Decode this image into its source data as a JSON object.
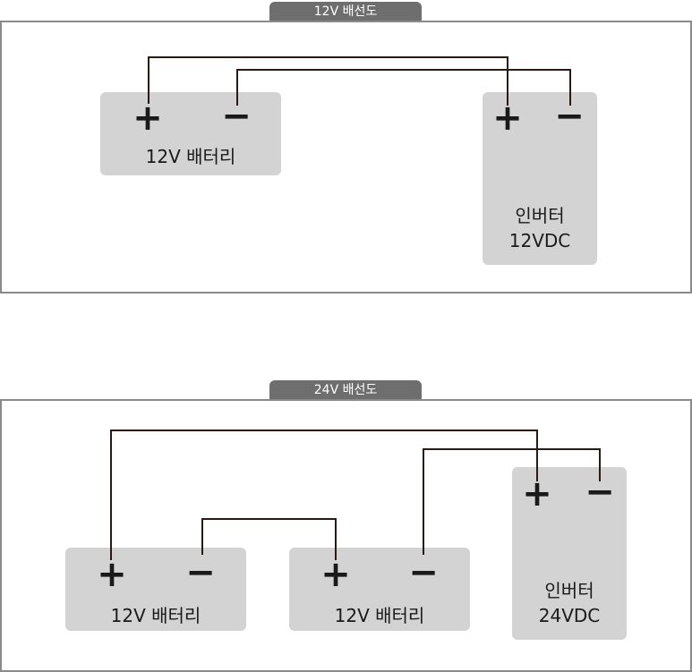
{
  "diagram_12v": {
    "title": "12V 배선도",
    "battery": {
      "plus": "+",
      "minus": "−",
      "label": "12V 배터리"
    },
    "inverter": {
      "plus": "+",
      "minus": "−",
      "label_line1": "인버터",
      "label_line2": "12VDC"
    }
  },
  "diagram_24v": {
    "title": "24V 배선도",
    "battery1": {
      "plus": "+",
      "minus": "−",
      "label": "12V 배터리"
    },
    "battery2": {
      "plus": "+",
      "minus": "−",
      "label": "12V 배터리"
    },
    "inverter": {
      "plus": "+",
      "minus": "−",
      "label_line1": "인버터",
      "label_line2": "24VDC"
    }
  }
}
